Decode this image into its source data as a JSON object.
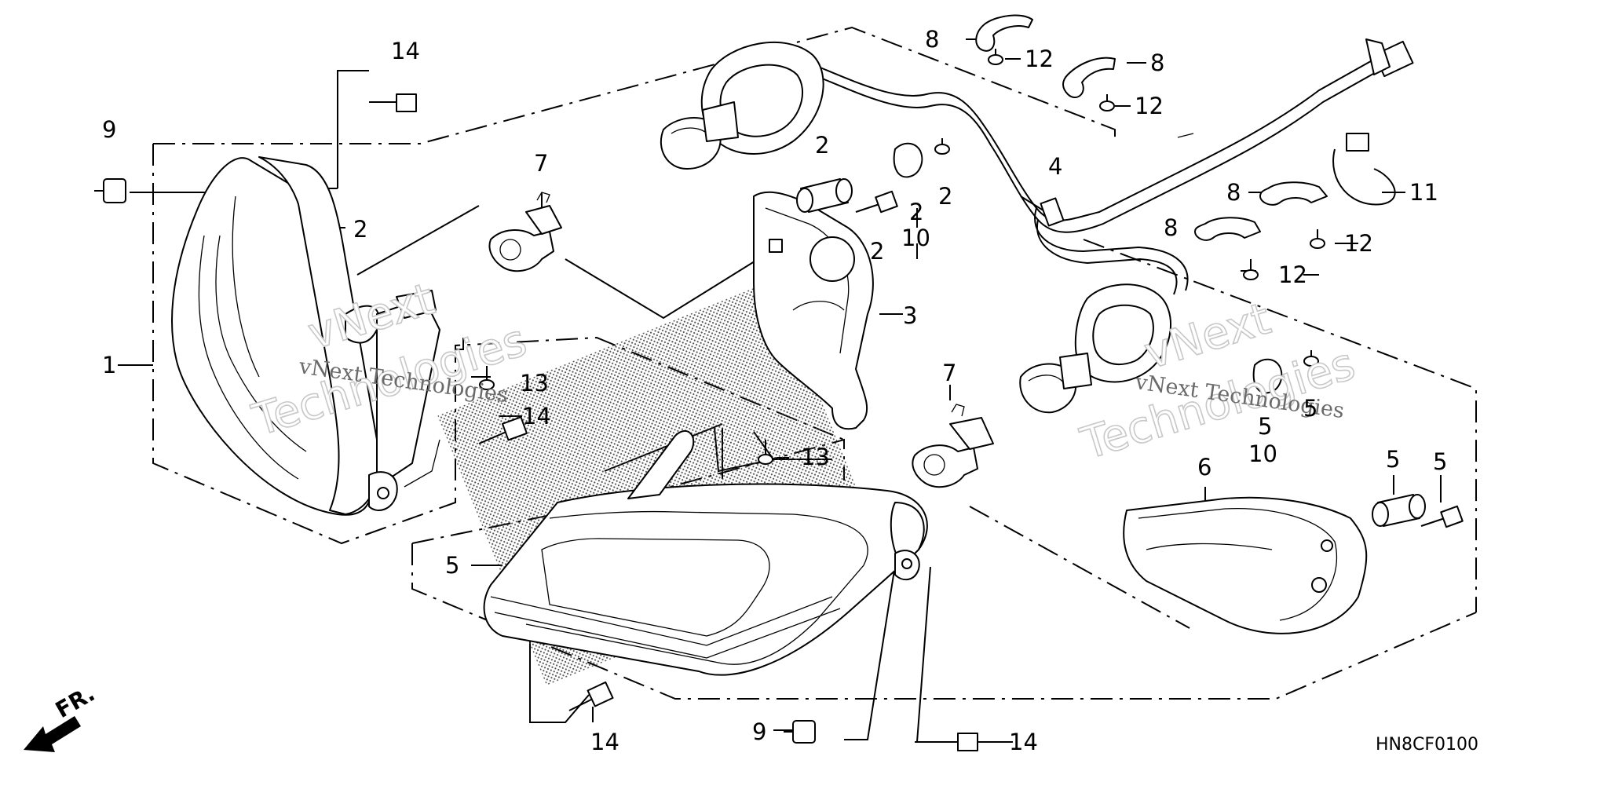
{
  "diagram_code": "HN8CF0100",
  "direction_label": "FR.",
  "watermark": {
    "big_line1": "vNext",
    "big_line2": "Technologies",
    "small": "vNext Technologies"
  },
  "callouts": {
    "c1": "1",
    "c2a": "2",
    "c2b": "2",
    "c2c": "2",
    "c2d": "2",
    "c2e": "2",
    "c3": "3",
    "c4": "4",
    "c5a": "5",
    "c5b": "5",
    "c5c": "5",
    "c5d": "5",
    "c5e": "5",
    "c6": "6",
    "c7a": "7",
    "c7b": "7",
    "c8a": "8",
    "c8b": "8",
    "c8c": "8",
    "c8d": "8",
    "c9a": "9",
    "c9b": "9",
    "c10a": "10",
    "c10b": "10",
    "c11": "11",
    "c12a": "12",
    "c12b": "12",
    "c12c": "12",
    "c12d": "12",
    "c13a": "13",
    "c13b": "13",
    "c14a": "14",
    "c14b": "14",
    "c14c": "14",
    "c14d": "14"
  }
}
